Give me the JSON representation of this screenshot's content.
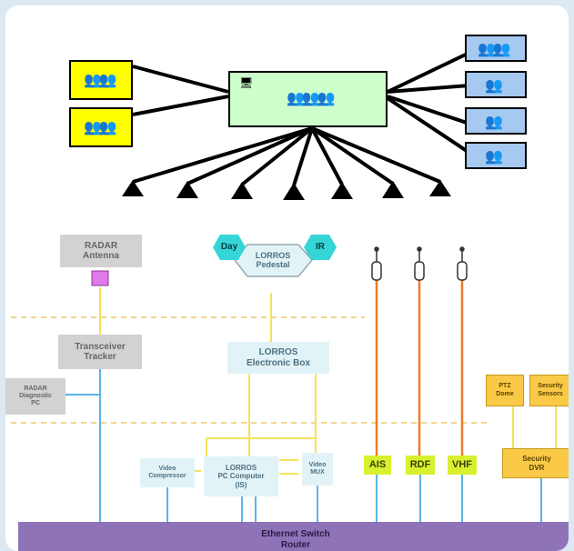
{
  "nodes": {
    "radar_antenna": "RADAR\nAntenna",
    "transceiver": "Transceiver\nTracker",
    "radar_diag": "RADAR\nDiagnostic\nPC",
    "day": "Day",
    "ir": "IR",
    "pedestal": "LORROS\nPedestal",
    "electronic_box": "LORROS\nElectronic Box",
    "video_compressor": "Video\nCompressor",
    "pc_computer": "LORROS\nPC Computer\n(IS)",
    "video_mux": "Video\nMUX",
    "ais": "AIS",
    "rdf": "RDF",
    "vhf": "VHF",
    "ptz_dome": "PTZ\nDome",
    "security_sensors": "Security\nSensors",
    "security_dvr": "Security\nDVR",
    "ethernet_switch": "Ethernet Switch\nRouter"
  },
  "colors": {
    "yellow_node": "#ffff00",
    "green_node": "#ccffcc",
    "blue_node": "#a5c9f0",
    "cyan_node": "#35d6d8",
    "bus": "#8f73b8",
    "orange_line": "#f07b2a",
    "blue_line": "#5ab4ea",
    "yellow_line": "#f6e25a",
    "magenta_box": "#e07ae8"
  }
}
